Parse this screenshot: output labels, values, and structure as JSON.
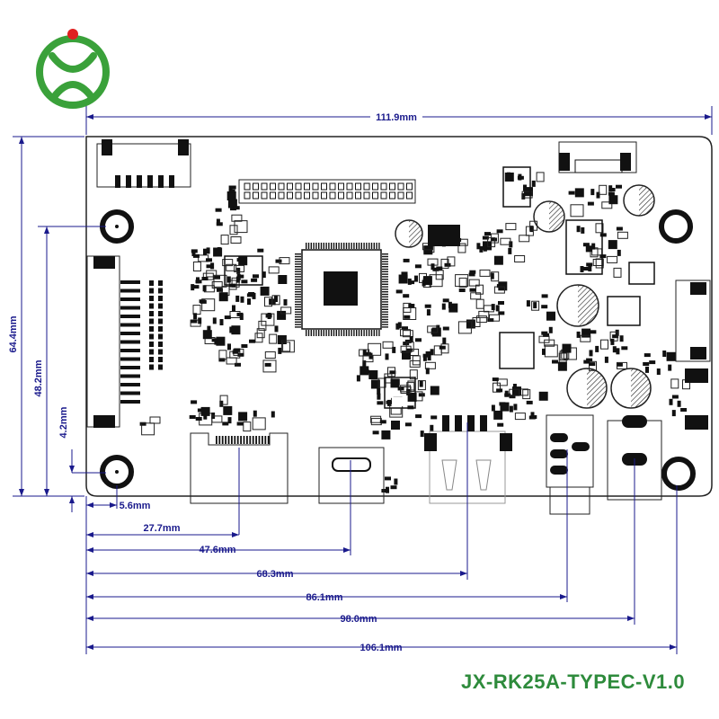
{
  "logo": {
    "name": "jx-logo",
    "ring_color": "#3aa13a",
    "dot_color": "#e02020"
  },
  "model_label": "JX-RK25A-TYPEC-V1.0",
  "colors": {
    "dimension": "#1a1a8c",
    "board_outline": "#222222",
    "label_green": "#2e8b3c"
  },
  "dimensions": {
    "width": "111.9mm",
    "height": "64.4mm",
    "hole_vertical": "48.2mm",
    "hole_offset_y": "4.2mm",
    "hole_offset_x": "5.6mm",
    "horizontal": [
      "27.7mm",
      "47.6mm",
      "68.3mm",
      "86.1mm",
      "98.0mm",
      "106.1mm"
    ]
  }
}
